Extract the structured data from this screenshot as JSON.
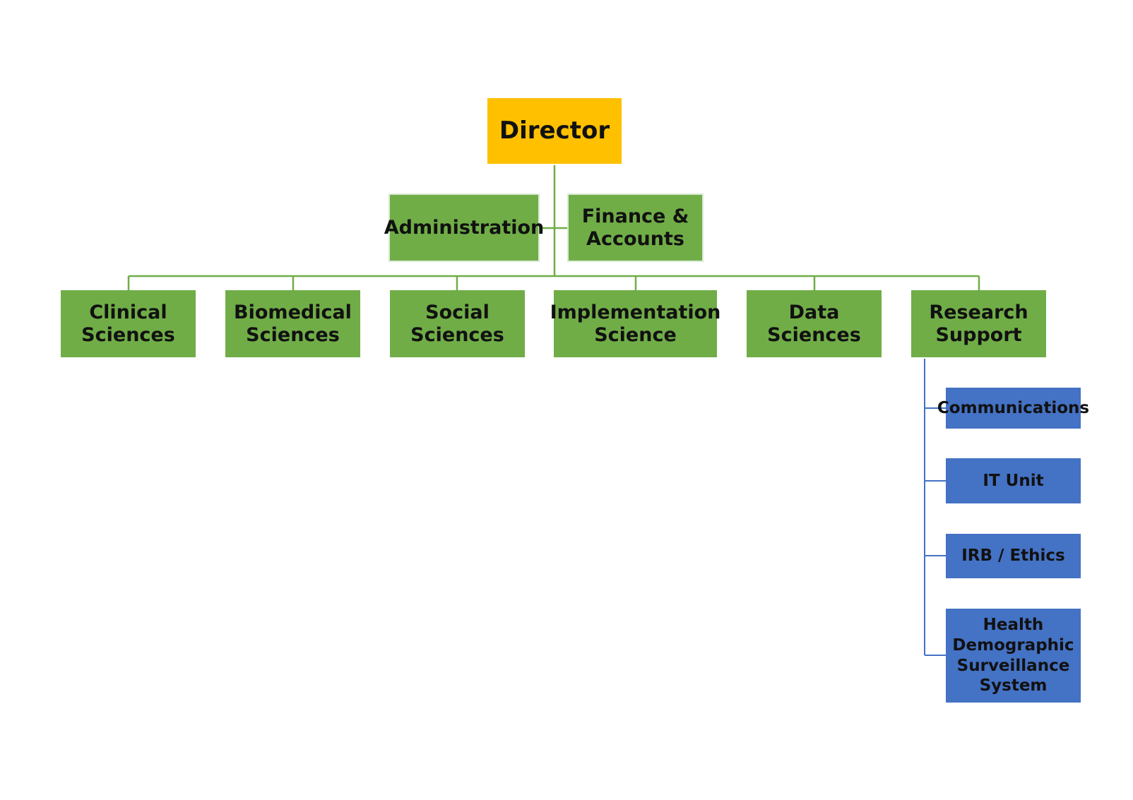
{
  "director": {
    "label": "Director"
  },
  "staff": [
    {
      "label": "Administration"
    },
    {
      "label": "Finance &\nAccounts"
    }
  ],
  "departments": [
    {
      "label": "Clinical\nSciences"
    },
    {
      "label": "Biomedical\nSciences"
    },
    {
      "label": "Social\nSciences"
    },
    {
      "label": "Implementation\nScience"
    },
    {
      "label": "Data\nSciences"
    },
    {
      "label": "Research\nSupport"
    }
  ],
  "research_support_units": [
    {
      "label": "Communications"
    },
    {
      "label": "IT Unit"
    },
    {
      "label": "IRB / Ethics"
    },
    {
      "label": "Health\nDemographic\nSurveillance\nSystem"
    }
  ],
  "colors": {
    "director_fill": "#ffc000",
    "green_fill": "#70ad47",
    "green_line": "#70ad47",
    "blue_fill": "#4472c4",
    "blue_line": "#4472c4",
    "text": "#111111"
  }
}
